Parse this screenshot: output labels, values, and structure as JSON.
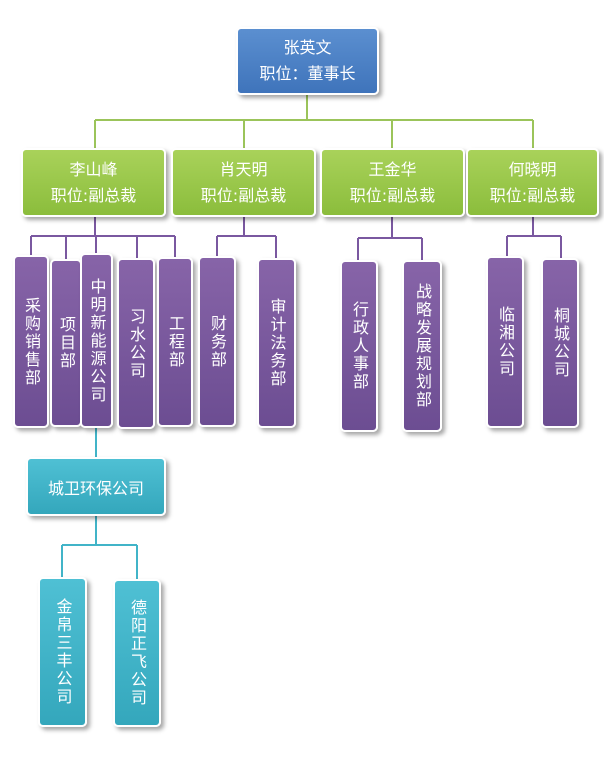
{
  "colors": {
    "ceo_box": "#4a7fc4",
    "vp_box": "#96c44a",
    "dept_box": "#7a58a0",
    "sub_box": "#41b4c8",
    "green_line": "#9bc45a",
    "purple_line": "#7a58a0",
    "teal_line": "#41b4c8"
  },
  "ceo": {
    "name": "张英文",
    "title": "职位：董事长"
  },
  "vps": [
    {
      "name": "李山峰",
      "title": "职位:副总裁"
    },
    {
      "name": "肖天明",
      "title": "职位:副总裁"
    },
    {
      "name": "王金华",
      "title": "职位:副总裁"
    },
    {
      "name": "何晓明",
      "title": "职位:副总裁"
    }
  ],
  "depts": [
    "采购销售部",
    "项目部",
    "中明新能源公司",
    "习水公司",
    "工程部",
    "财务部",
    "审计法务部",
    "行政人事部",
    "战略发展规划部",
    "临湘公司",
    "桐城公司"
  ],
  "sub": {
    "name": "城卫环保公司"
  },
  "subsubs": [
    "金帛三丰公司",
    "德阳正飞公司"
  ]
}
